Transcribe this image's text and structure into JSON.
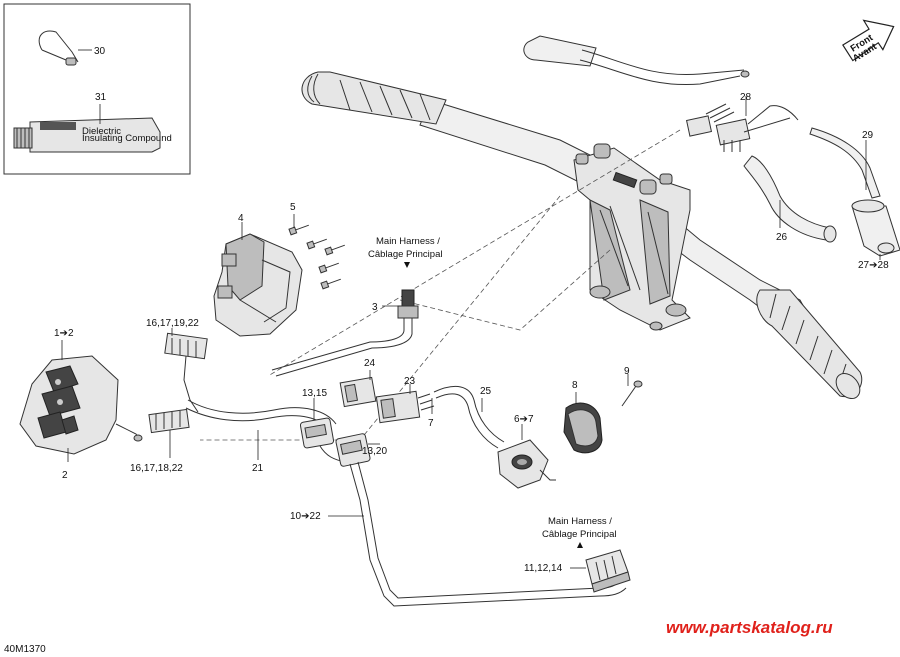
{
  "drawing_number": "40M1370",
  "watermark": "www.partskatalog.ru",
  "direction_label": {
    "line1": "Front",
    "line2": "Avant"
  },
  "notes": {
    "main_harness_1": {
      "line1": "Main Harness /",
      "line2": "Câblage Principal"
    },
    "main_harness_2": {
      "line1": "Main Harness /",
      "line2": "Câblage Principal"
    }
  },
  "callouts": {
    "c30": "30",
    "c31": "31",
    "c28": "28",
    "c29": "29",
    "c26": "26",
    "c27_28": "27➔28",
    "c4": "4",
    "c5": "5",
    "c3": "3",
    "c16_17_19_22": "16,17,19,22",
    "c1_2": "1➔2",
    "c2": "2",
    "c16_17_18_22": "16,17,18,22",
    "c21": "21",
    "c13_15": "13,15",
    "c13_20": "13,20",
    "c24": "24",
    "c23": "23",
    "c7": "7",
    "c25": "25",
    "c6_7": "6➔7",
    "c8": "8",
    "c9": "9",
    "c10_22": "10➔22",
    "c11_12_14": "11,12,14"
  },
  "tube_label": {
    "line1": "Dielectric",
    "line2": "Insulating Compound"
  },
  "colors": {
    "watermark": "#e0211b",
    "line": "#333333",
    "fill": "#e6e6e6"
  }
}
